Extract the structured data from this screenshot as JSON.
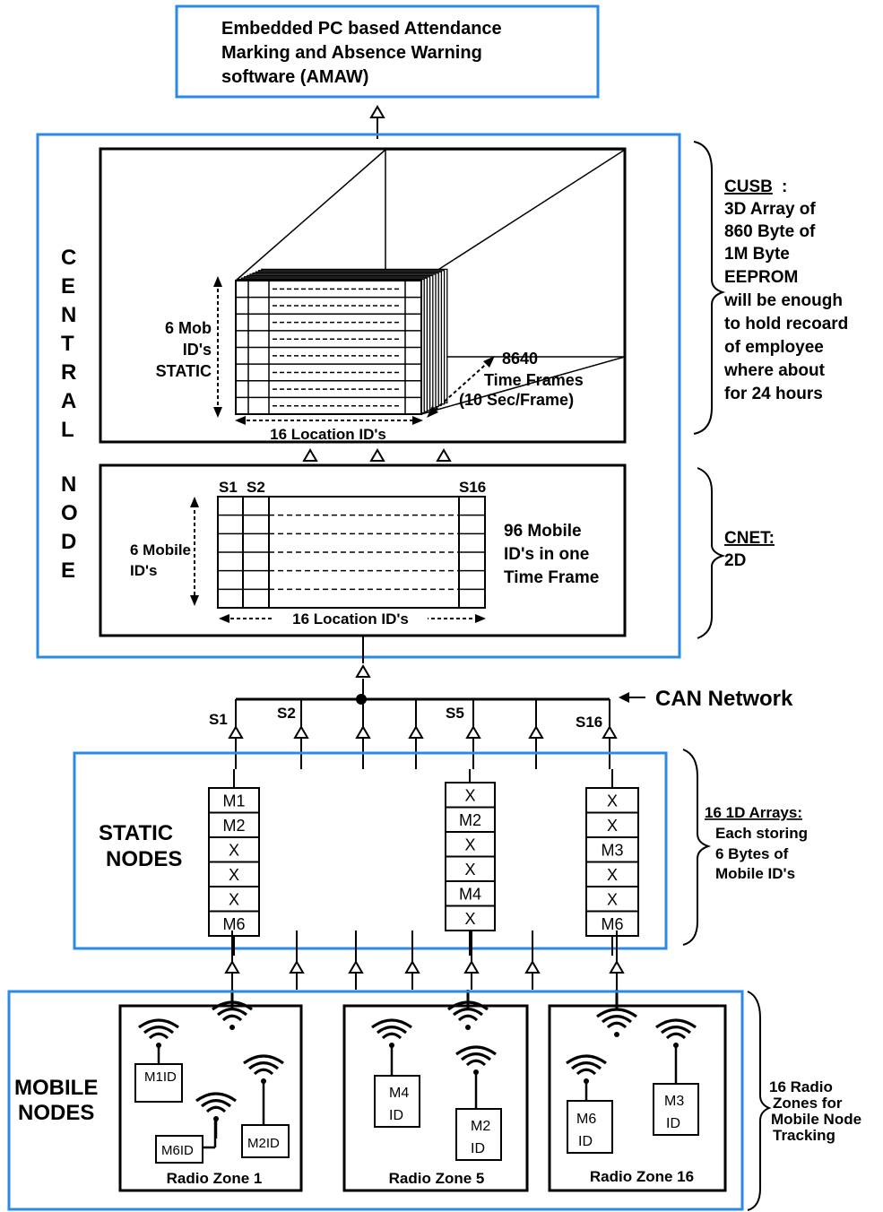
{
  "top_box": {
    "lines": [
      "Embedded PC based Attendance",
      "Marking and  Absence Warning",
      "software (AMAW)"
    ]
  },
  "central_node": {
    "vertical_letters": [
      "C",
      "E",
      "N",
      "T",
      "R",
      "A",
      "L",
      "N",
      "O",
      "D",
      "E"
    ]
  },
  "cusb_box": {
    "left_label": [
      "6 Mob",
      "ID's",
      "STATIC"
    ],
    "bottom_label": "16 Location ID's",
    "depth_label": [
      "8640",
      "Time Frames",
      "(10 Sec/Frame)"
    ]
  },
  "cnet_box": {
    "col_labels": [
      "S1",
      "S2",
      "S16"
    ],
    "left_label": [
      "6 Mobile",
      "ID's"
    ],
    "right_label": [
      "96 Mobile",
      "ID's in one",
      "Time Frame"
    ],
    "bottom_label": "16 Location ID's"
  },
  "annotations": {
    "cusb": {
      "title": "CUSB",
      "lines": [
        "3D Array of",
        "860 Byte of",
        "1M Byte",
        "EEPROM",
        "will be enough",
        "to hold recoard",
        "of employee",
        "where about",
        "for 24 hours"
      ]
    },
    "cnet": {
      "title": "CNET:",
      "lines": [
        "2D"
      ]
    },
    "static": {
      "title": "16 1D Arrays:",
      "lines": [
        "Each storing",
        "6 Bytes of",
        "Mobile ID's"
      ]
    },
    "mobile": {
      "lines": [
        "16 Radio",
        "Zones for",
        "Mobile Node",
        "Tracking"
      ]
    }
  },
  "can_network": {
    "label": "CAN Network",
    "stations": [
      "S1",
      "S2",
      "S5",
      "S16"
    ]
  },
  "static_nodes": {
    "label": [
      "STATIC",
      "NODES"
    ],
    "arrays": [
      {
        "cells": [
          "M1",
          "M2",
          "X",
          "X",
          "X",
          "M6"
        ]
      },
      {
        "cells": [
          "X",
          "M2",
          "X",
          "X",
          "M4",
          "X"
        ]
      },
      {
        "cells": [
          "X",
          "X",
          "M3",
          "X",
          "X",
          "M6"
        ]
      }
    ]
  },
  "mobile_nodes": {
    "label": [
      "MOBILE",
      "NODES"
    ],
    "zones": [
      {
        "name": "Radio Zone 1",
        "nodes": [
          [
            "M1ID"
          ],
          [
            "M6ID"
          ],
          [
            "M2ID"
          ]
        ]
      },
      {
        "name": "Radio Zone  5",
        "nodes": [
          [
            "M4",
            "ID"
          ],
          [
            "M2",
            "ID"
          ]
        ]
      },
      {
        "name": "Radio Zone 16",
        "nodes": [
          [
            "M6",
            "ID"
          ],
          [
            "M3",
            "ID"
          ]
        ]
      }
    ]
  }
}
